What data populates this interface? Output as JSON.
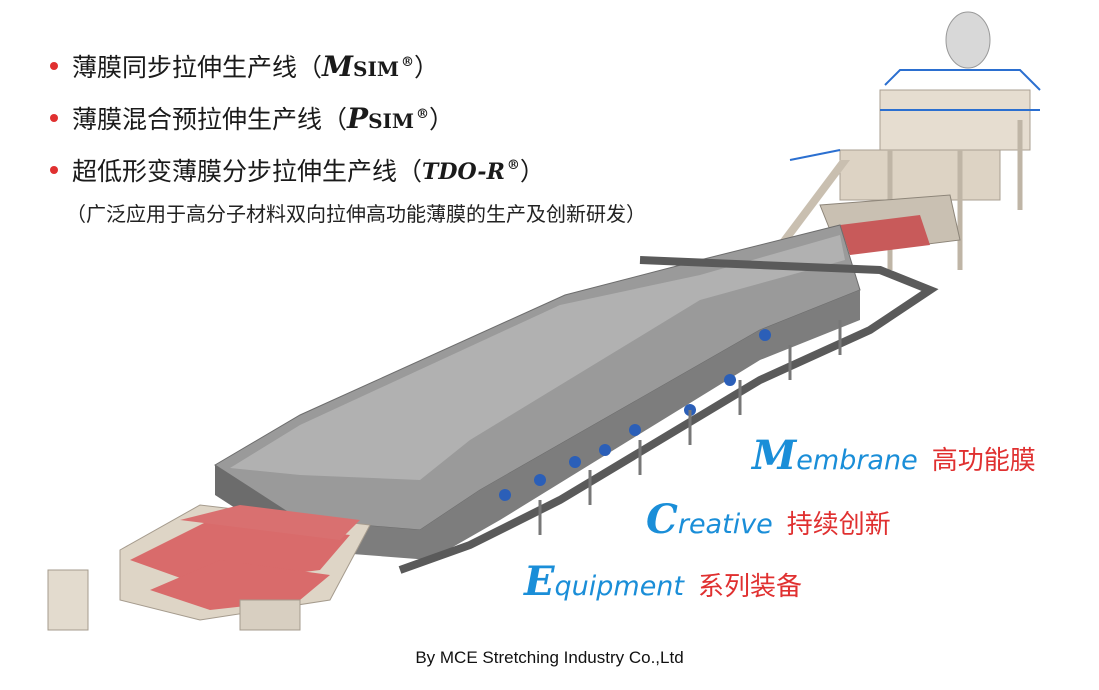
{
  "lines": [
    {
      "text": "薄膜同步拉伸生产线（",
      "brand_cap": "M",
      "brand_rest": "SIM",
      "reg": "®",
      "close": "）"
    },
    {
      "text": "薄膜混合预拉伸生产线（",
      "brand_cap": "P",
      "brand_rest": "SIM",
      "reg": "®",
      "close": "）"
    },
    {
      "text": "超低形变薄膜分步拉伸生产线（",
      "brand_cap": "TDO-R",
      "brand_rest": "",
      "reg": "®",
      "close": "）"
    }
  ],
  "applications": "（广泛应用于高分子材料双向拉伸高功能薄膜的生产及创新研发）",
  "slogans": [
    {
      "initial": "M",
      "word": "embrane",
      "cn": "高功能膜"
    },
    {
      "initial": "C",
      "word": "reative",
      "cn": "持续创新"
    },
    {
      "initial": "E",
      "word": "quipment",
      "cn": "系列装备"
    }
  ],
  "footer": "By MCE Stretching Industry Co.,Ltd",
  "colors": {
    "accent_blue": "#1a8ed8",
    "accent_red": "#e03030",
    "machine_gray": "#8c8c8c",
    "film_red": "#d96b6b",
    "frame_beige": "#d9cfc0",
    "motor_blue": "#2b5fb8"
  }
}
